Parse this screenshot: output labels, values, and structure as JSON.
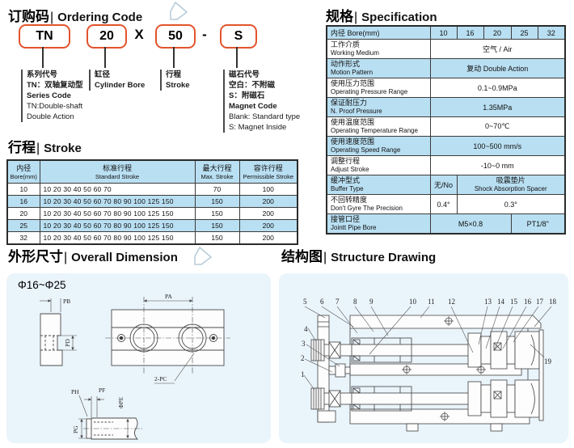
{
  "ui": {
    "divider": "|"
  },
  "colors": {
    "accent_orange": "#e2542c",
    "table_blue": "#b9dff2",
    "panel_blue": "#eaf4fb",
    "line": "#3c3c3c"
  },
  "ordering": {
    "title_zh": "订购码",
    "title_en": "Ordering Code",
    "code": {
      "series": "TN",
      "bore": "20",
      "x": "X",
      "stroke": "50",
      "dash": "-",
      "magnet": "S"
    },
    "legends": {
      "series": [
        "系列代号",
        "TN：双轴复动型",
        "Series Code",
        "TN:Double-shaft",
        "Double Action"
      ],
      "bore": [
        "缸径",
        "Cylinder Bore"
      ],
      "stroke": [
        "行程",
        "Stroke"
      ],
      "magnet": [
        "磁石代号",
        "空白：不附磁",
        "S：附磁石",
        "Magnet Code",
        "Blank: Standard type",
        "S: Magnet Inside"
      ]
    }
  },
  "spec": {
    "title_zh": "规格",
    "title_en": "Specification",
    "header_label": "内径 Bore(mm)",
    "bores": [
      "10",
      "16",
      "20",
      "25",
      "32"
    ],
    "rows": [
      {
        "zh": "工作介质",
        "en": "Working Medium",
        "value": "空气 / Air"
      },
      {
        "zh": "动作形式",
        "en": "Motion Pattern",
        "value": "复动 Double Action"
      },
      {
        "zh": "使用压力范围",
        "en": "Operating Pressure Range",
        "value": "0.1~0.9MPa"
      },
      {
        "zh": "保证耐压力",
        "en": "N. Proof Pressure",
        "value": "1.35MPa"
      },
      {
        "zh": "使用温度范围",
        "en": "Operating Temperature Range",
        "value": "0~70℃"
      },
      {
        "zh": "使用速度范围",
        "en": "Operating Speed Range",
        "value": "100~500 mm/s"
      },
      {
        "zh": "调整行程",
        "en": "Adjust Stroke",
        "value": "-10~0 mm"
      },
      {
        "zh": "缓冲型式",
        "en": "Buffer Type",
        "value_a": "无/No",
        "value_b_zh": "吸震垫片",
        "value_b_en": "Shock Absorption Spacer"
      },
      {
        "zh": "不回转精度",
        "en": "Don't Gyre The Precision",
        "value_a": "0.4°",
        "value_b": "0.3°"
      },
      {
        "zh": "接管口径",
        "en": "Jointt Pipe Bore",
        "value_a": "M5×0.8",
        "value_b": "PT1/8\""
      }
    ]
  },
  "stroke_section": {
    "title_zh": "行程",
    "title_en": "Stroke",
    "header": {
      "bore_zh": "内径",
      "bore_en": "Bore(mm)",
      "std_zh": "标准行程",
      "std_en": "Standard Stroke",
      "max_zh": "最大行程",
      "max_en": "Max. Stroke",
      "perm_zh": "容许行程",
      "perm_en": "Permissible Stroke"
    },
    "rows": [
      {
        "bore": "10",
        "standard": "10 20 30 40 50 60 70",
        "max": "70",
        "permissible": "100"
      },
      {
        "bore": "16",
        "standard": "10 20 30 40 50 60 70 80 90 100 125 150",
        "max": "150",
        "permissible": "200"
      },
      {
        "bore": "20",
        "standard": "10 20 30 40 50 60 70 80 90 100 125 150",
        "max": "150",
        "permissible": "200"
      },
      {
        "bore": "25",
        "standard": "10 20 30 40 50 60 70 80 90 100 125 150",
        "max": "150",
        "permissible": "200"
      },
      {
        "bore": "32",
        "standard": "10 20 30 40 50 60 70 80 90 100 125 150",
        "max": "150",
        "permissible": "200"
      }
    ]
  },
  "dimension": {
    "title_zh": "外形尺寸",
    "title_en": "Overall Dimension",
    "range": "Φ16~Φ25",
    "labels": {
      "pb": "PB",
      "pa": "PA",
      "pd": "PD",
      "pc": "2-PC",
      "ph": "PH",
      "pf": "PF",
      "pe": "ΦPE",
      "pg": "PG"
    }
  },
  "structure": {
    "title_zh": "结构图",
    "title_en": "Structure Drawing",
    "callouts": [
      "1",
      "2",
      "3",
      "4",
      "5",
      "6",
      "7",
      "8",
      "9",
      "10",
      "11",
      "12",
      "13",
      "14",
      "15",
      "16",
      "17",
      "18",
      "19"
    ]
  }
}
